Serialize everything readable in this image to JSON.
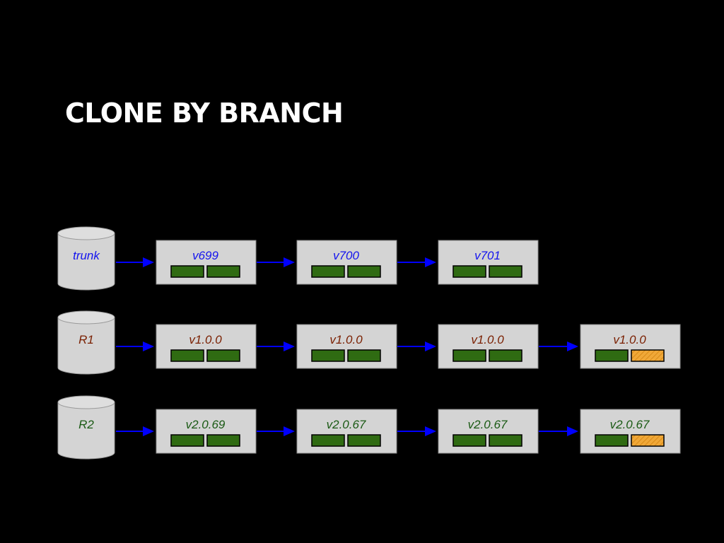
{
  "title": "CLONE BY BRANCH",
  "colors": {
    "background": "#000000",
    "title": "#ffffff",
    "box_fill": "#d4d4d4",
    "arrow": "#0000ff",
    "cell_green": "#2f6b12",
    "cell_orange": "#f0a838",
    "trunk_text": "#1414ee",
    "r1_text": "#7a1f00",
    "r2_text": "#1a5a14"
  },
  "rows": [
    {
      "repo": "trunk",
      "text_color": "#1414ee",
      "boxes": [
        {
          "label": "v699",
          "cells": [
            "green",
            "green"
          ]
        },
        {
          "label": "v700",
          "cells": [
            "green",
            "green"
          ]
        },
        {
          "label": "v701",
          "cells": [
            "green",
            "green"
          ]
        }
      ]
    },
    {
      "repo": "R1",
      "text_color": "#7a1f00",
      "boxes": [
        {
          "label": "v1.0.0",
          "cells": [
            "green",
            "green"
          ]
        },
        {
          "label": "v1.0.0",
          "cells": [
            "green",
            "green"
          ]
        },
        {
          "label": "v1.0.0",
          "cells": [
            "green",
            "green"
          ]
        },
        {
          "label": "v1.0.0",
          "cells": [
            "green",
            "orange"
          ]
        }
      ]
    },
    {
      "repo": "R2",
      "text_color": "#1a5a14",
      "boxes": [
        {
          "label": "v2.0.69",
          "cells": [
            "green",
            "green"
          ]
        },
        {
          "label": "v2.0.67",
          "cells": [
            "green",
            "green"
          ]
        },
        {
          "label": "v2.0.67",
          "cells": [
            "green",
            "green"
          ]
        },
        {
          "label": "v2.0.67",
          "cells": [
            "green",
            "orange"
          ]
        }
      ]
    }
  ]
}
